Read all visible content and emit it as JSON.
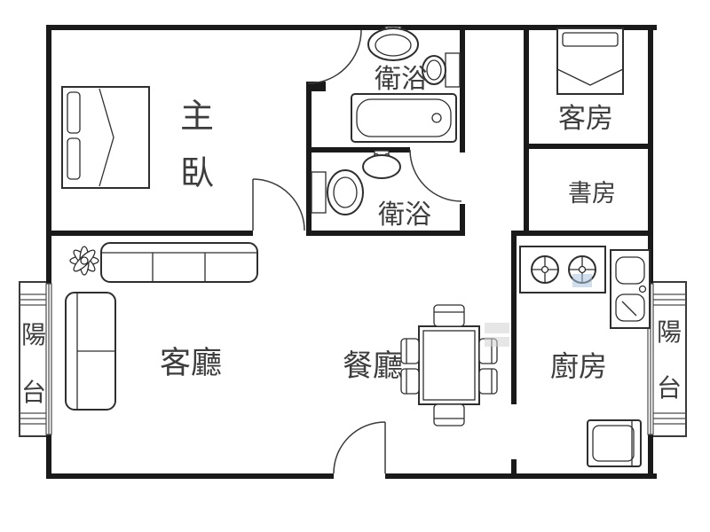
{
  "meta": {
    "type": "apartment-floor-plan",
    "background": "#ffffff"
  },
  "rooms": {
    "master_bedroom": {
      "label": "主臥",
      "chars": [
        "主",
        "臥"
      ]
    },
    "bathroom_upper": {
      "label": "衛浴"
    },
    "bathroom_lower": {
      "label": "衛浴"
    },
    "guest_room": {
      "label": "客房"
    },
    "study": {
      "label": "書房"
    },
    "living_room": {
      "label": "客廳"
    },
    "dining_room": {
      "label": "餐廳"
    },
    "kitchen": {
      "label": "廚房"
    },
    "balcony_left": {
      "label": "陽台",
      "chars": [
        "陽",
        "台"
      ]
    },
    "balcony_right": {
      "label": "陽台",
      "chars": [
        "陽",
        "台"
      ]
    }
  },
  "icons": {
    "master_bed": "double-bed-icon",
    "guest_bed": "single-bed-icon",
    "sofa": "three-seat-sofa-icon",
    "loveseat": "two-seat-sofa-icon",
    "plant": "flower-plant-icon",
    "dining_table": "dining-table-icon",
    "dining_chair": "dining-chair-icon",
    "stove": "gas-stove-icon",
    "kitchen_sink": "double-basin-sink-icon",
    "appliance": "appliance-icon",
    "bathtub": "bathtub-icon",
    "toilet": "toilet-icon",
    "washbasin": "washbasin-icon",
    "door": "door-swing-icon",
    "entrance": "entrance-door-icon",
    "window": "sliding-window-icon",
    "railing": "balcony-railing-icon",
    "watermark": "watermark-icon"
  },
  "colors": {
    "wall": "#1a1a1a",
    "line": "#3a3a3a",
    "text": "#3d3d3d",
    "watermark_gray": "#d2d2d2",
    "watermark_blue": "#a9c3de",
    "background": "#ffffff"
  }
}
